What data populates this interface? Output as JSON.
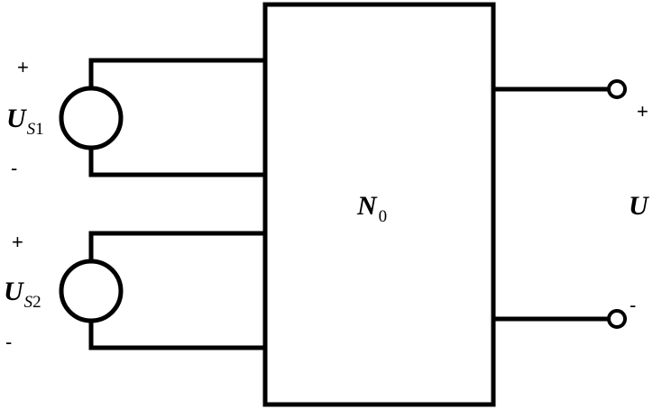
{
  "network": {
    "main": "N",
    "sub": "0"
  },
  "source1": {
    "main": "U",
    "sub_letter": "S",
    "sub_number": "1",
    "plus": "+",
    "minus": "-"
  },
  "source2": {
    "main": "U",
    "sub_letter": "S",
    "sub_number": "2",
    "plus": "+",
    "minus": "-"
  },
  "output": {
    "label": "U",
    "plus": "+",
    "minus": "-"
  }
}
